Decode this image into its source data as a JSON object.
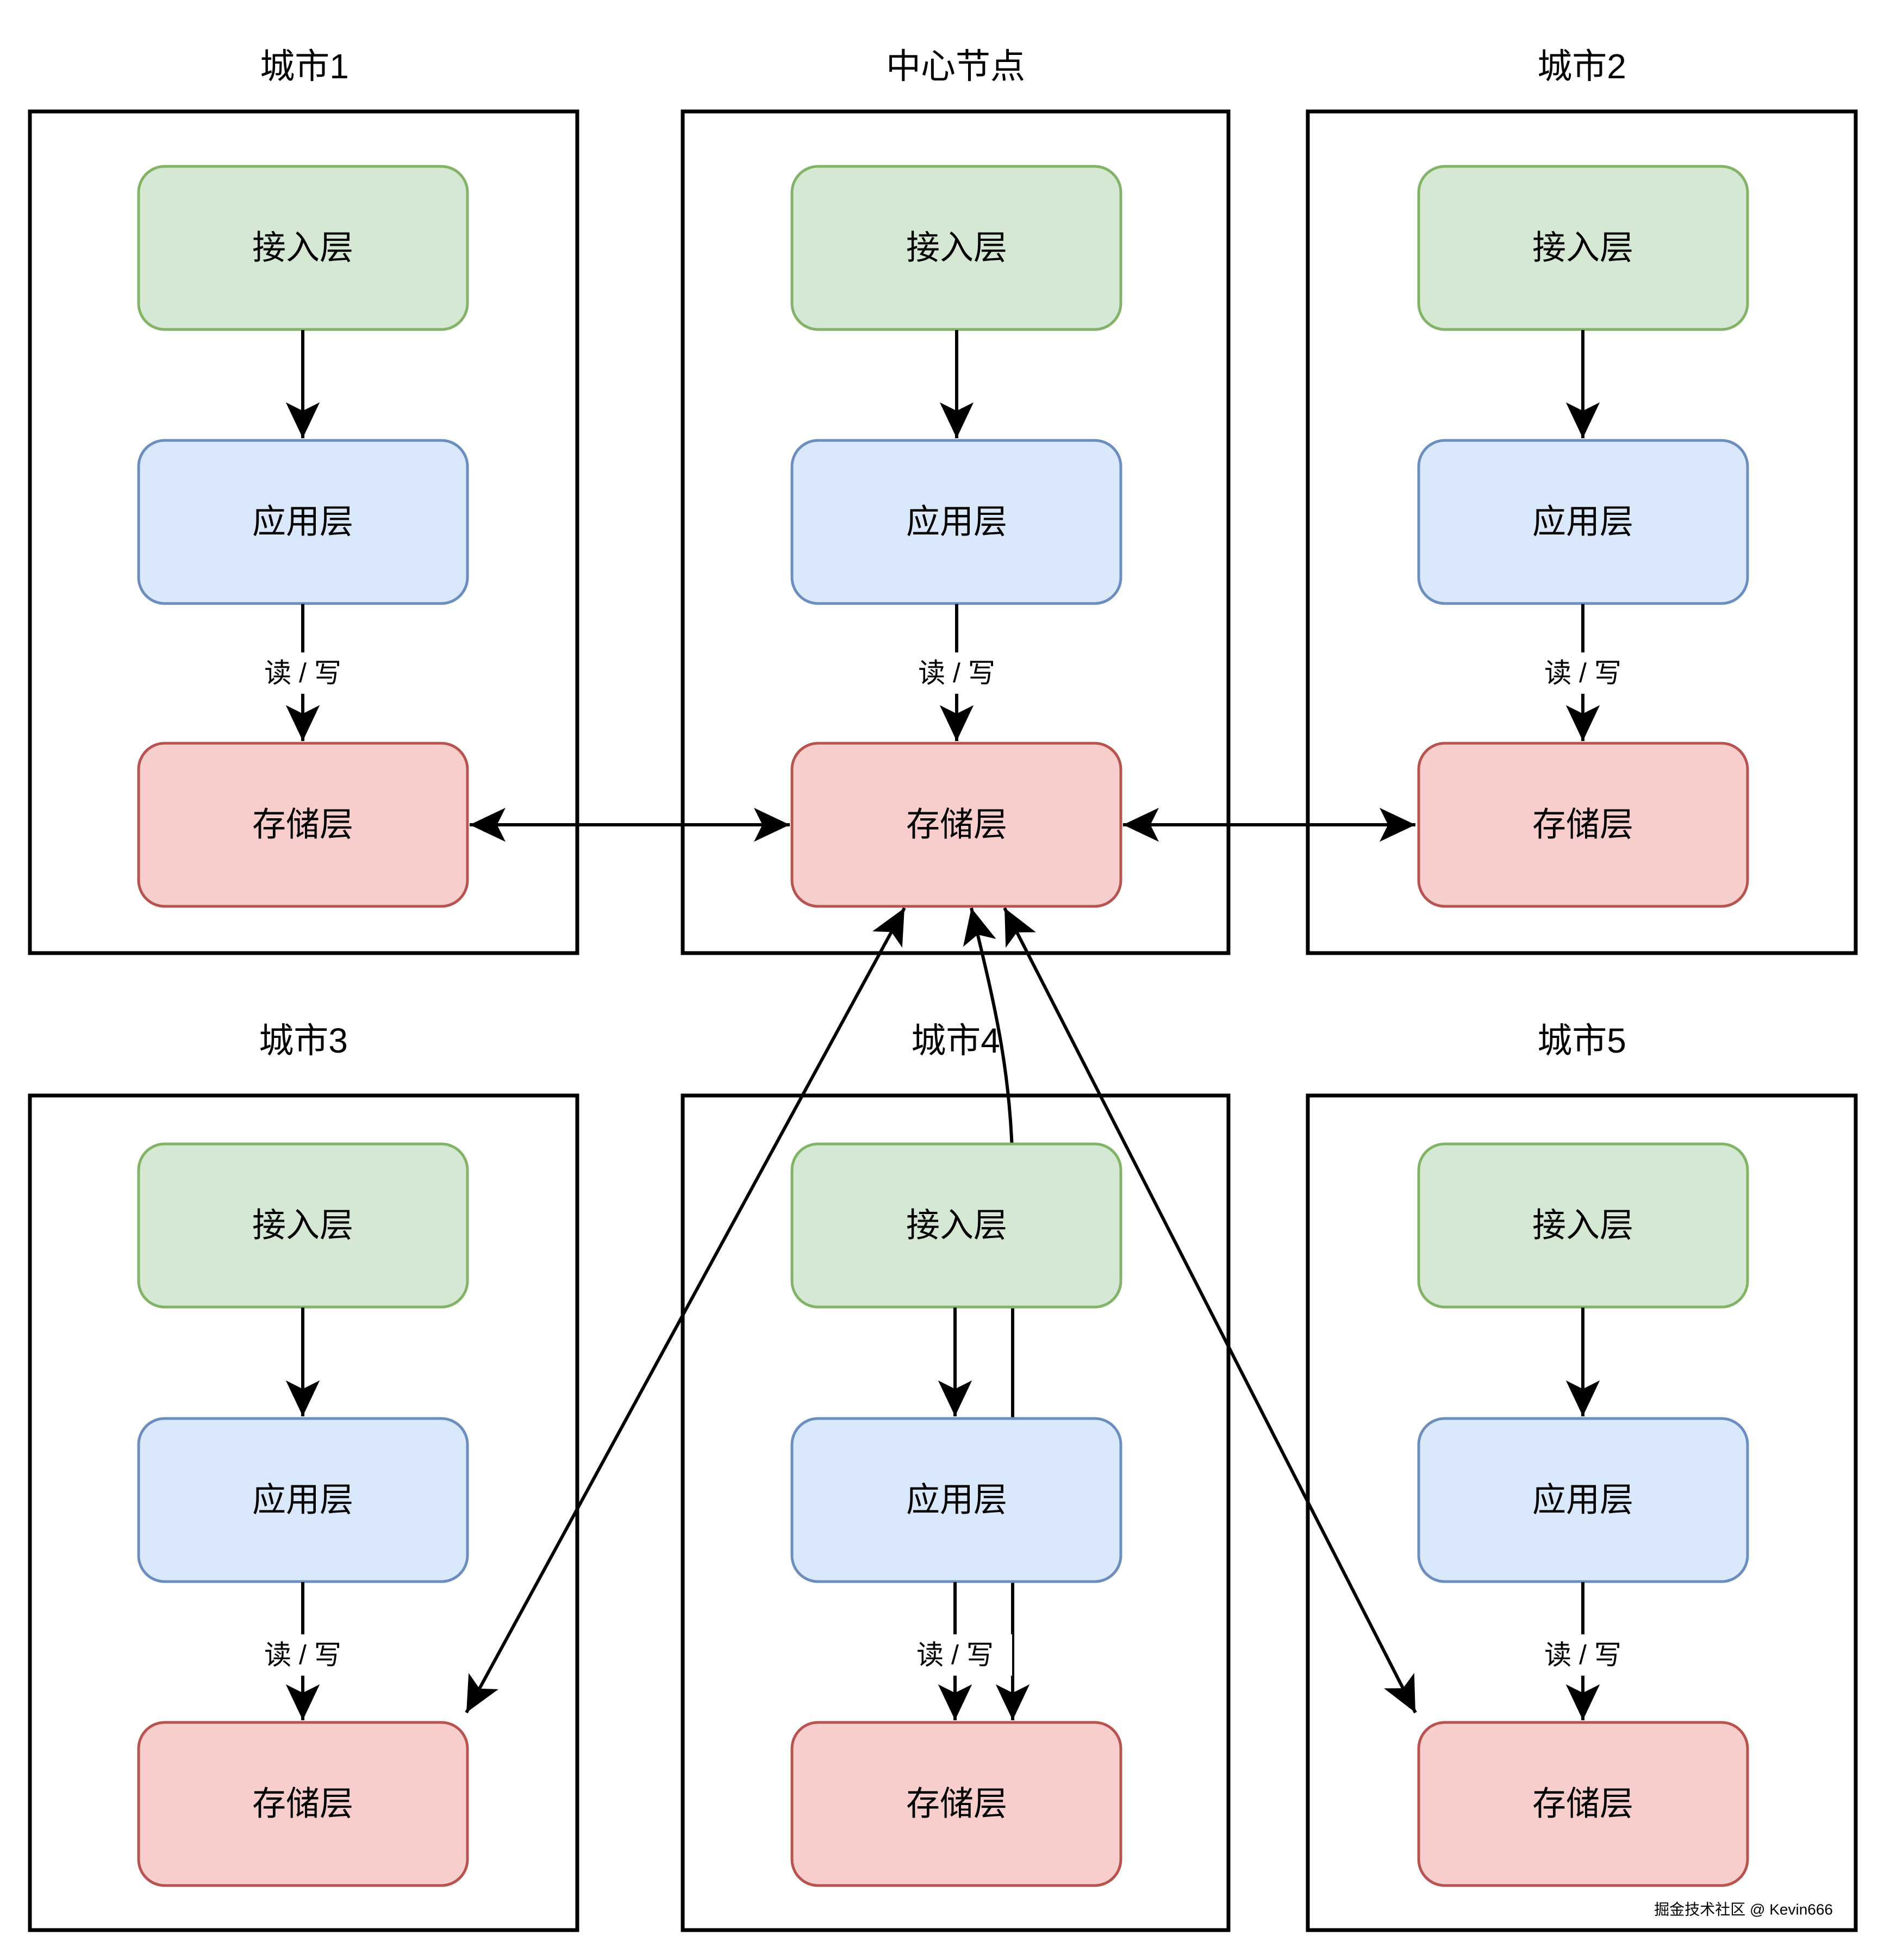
{
  "diagram": {
    "panels": [
      {
        "id": "city1",
        "title": "城市1"
      },
      {
        "id": "center",
        "title": "中心节点"
      },
      {
        "id": "city2",
        "title": "城市2"
      },
      {
        "id": "city3",
        "title": "城市3"
      },
      {
        "id": "city4",
        "title": "城市4"
      },
      {
        "id": "city5",
        "title": "城市5"
      }
    ],
    "layers": {
      "access": "接入层",
      "app": "应用层",
      "storage": "存储层"
    },
    "rw_label": "读 / 写",
    "watermark": "掘金技术社区 @ Kevin666",
    "colors": {
      "access_fill": "#d5e8d4",
      "access_stroke": "#82b366",
      "app_fill": "#dae8fc",
      "app_stroke": "#6c8ebf",
      "storage_fill": "#f8cecc",
      "storage_stroke": "#b85450",
      "line": "#000000",
      "panel_border": "#000000",
      "watermark_color": "#cccccc"
    }
  }
}
